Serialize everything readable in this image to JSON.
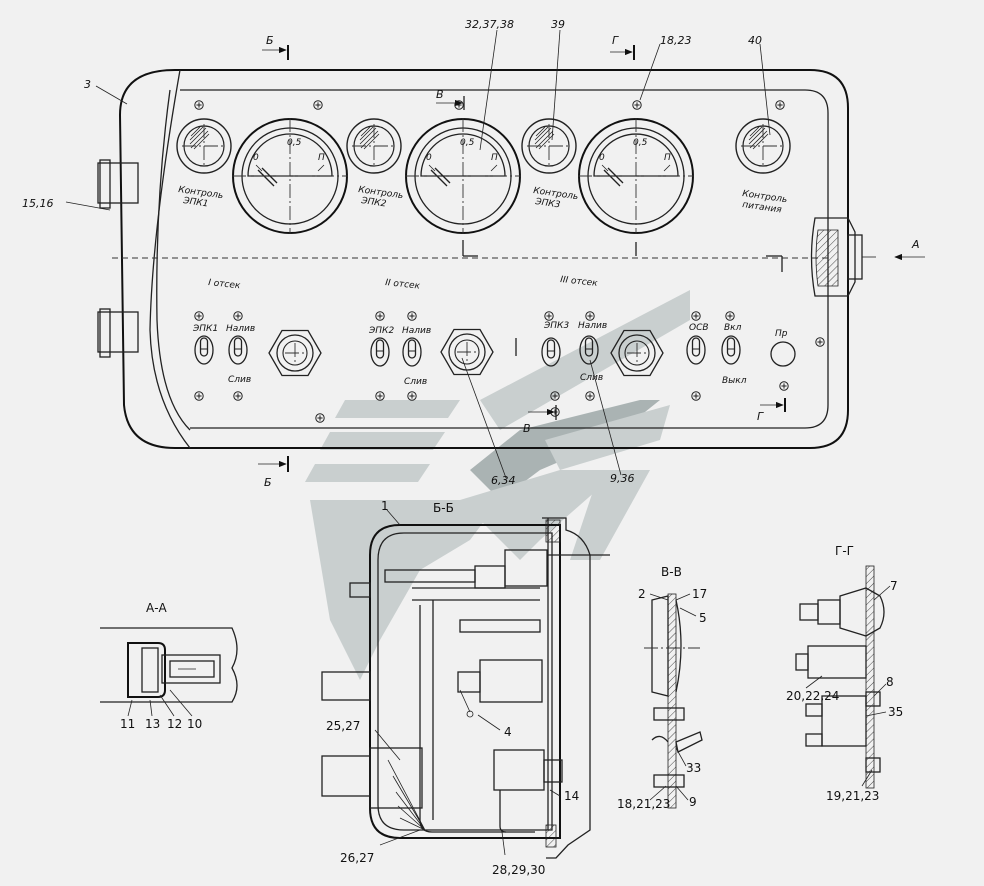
{
  "callouts": {
    "c3": "3",
    "c15_16": "15,16",
    "c32_37_38": "32,37,38",
    "c39": "39",
    "c18_23": "18,23",
    "c40": "40",
    "c6_34": "6,34",
    "c9_36": "9,36",
    "c1": "1",
    "c4": "4",
    "c25_27": "25,27",
    "c26_27": "26,27",
    "c28_29_30": "28,29,30",
    "c14": "14",
    "c11": "11",
    "c13": "13",
    "c12": "12",
    "c10": "10",
    "c2": "2",
    "c17": "17",
    "c5": "5",
    "c33": "33",
    "c18_21_23": "18,21,23",
    "c9": "9",
    "c7": "7",
    "c20_22_24": "20,22,24",
    "c8": "8",
    "c35": "35",
    "c19_21_23": "19,21,23"
  },
  "section_marks": {
    "b_top": "Б",
    "b_bottom": "Б",
    "v_top": "В",
    "v_bottom": "В",
    "g_top": "Г",
    "g_bottom": "Г",
    "a_arrow": "А"
  },
  "section_titles": {
    "bb": "Б-Б",
    "vv": "В-В",
    "gg": "Г-Г",
    "aa": "А-А"
  },
  "panel": {
    "control_epk1": [
      "Контроль",
      "ЭПК1"
    ],
    "control_epk2": [
      "Контроль",
      "ЭПК2"
    ],
    "control_epk3": [
      "Контроль",
      "ЭПК3"
    ],
    "control_power": [
      "Контроль",
      "питания"
    ],
    "compartment_1": "I отсек",
    "compartment_2": "II отсек",
    "compartment_3": "III отсек",
    "gauge_min": "0",
    "gauge_mid": "0,5",
    "gauge_max": "П",
    "sw_epk1": "ЭПК1",
    "sw_naliv": "Налив",
    "sw_sliv": "Слив",
    "sw_epk2": "ЭПК2",
    "sw_epk3": "ЭПК3",
    "sw_ocv": "ОСВ",
    "sw_vkl": "Вкл",
    "sw_vykl": "Выкл",
    "sw_pr": "Пр"
  }
}
